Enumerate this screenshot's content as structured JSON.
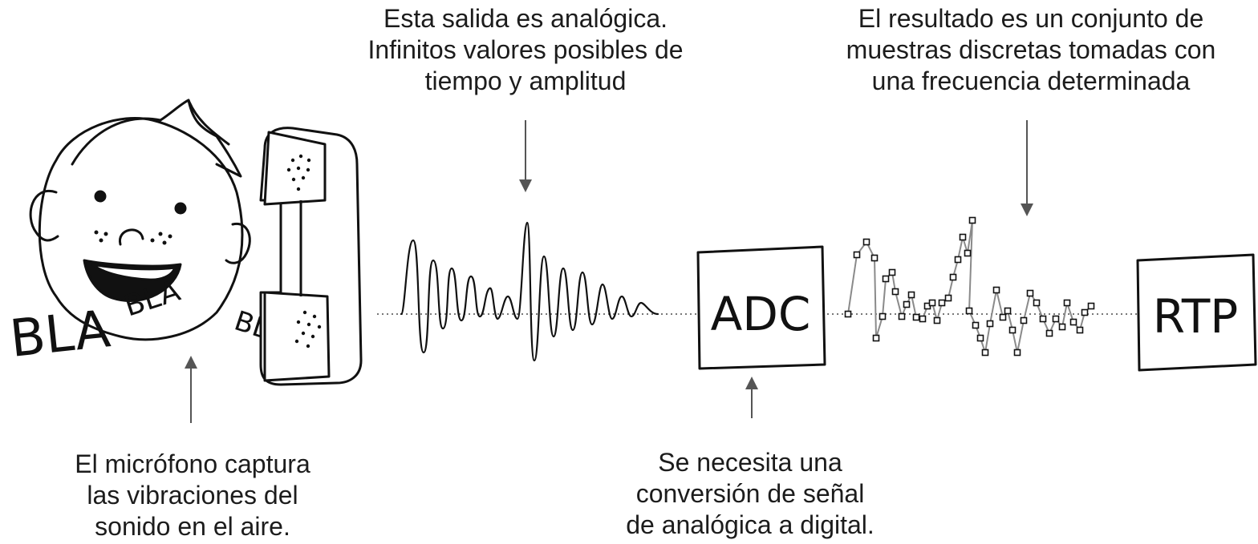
{
  "captions": {
    "analog": [
      "Esta salida es analógica.",
      "Infinitos valores posibles de",
      "tiempo y amplitud"
    ],
    "samples": [
      "El resultado es un conjunto de",
      "muestras discretas tomadas con",
      "una frecuencia determinada"
    ],
    "microphone": [
      "El micrófono captura",
      "las vibraciones del",
      "sonido en el aire."
    ],
    "adc": [
      "Se necesita una",
      "conversión de señal",
      "de analógica a digital."
    ]
  },
  "doodle_text": {
    "bla1": "BLA",
    "bla2": "BLA",
    "bla3": "BLA"
  },
  "boxes": {
    "adc": "ADC",
    "rtp": "RTP"
  },
  "colors": {
    "ink": "#111111",
    "arrow": "#555555",
    "dotted_line": "#777777",
    "sample_line": "#8a8a8a"
  }
}
